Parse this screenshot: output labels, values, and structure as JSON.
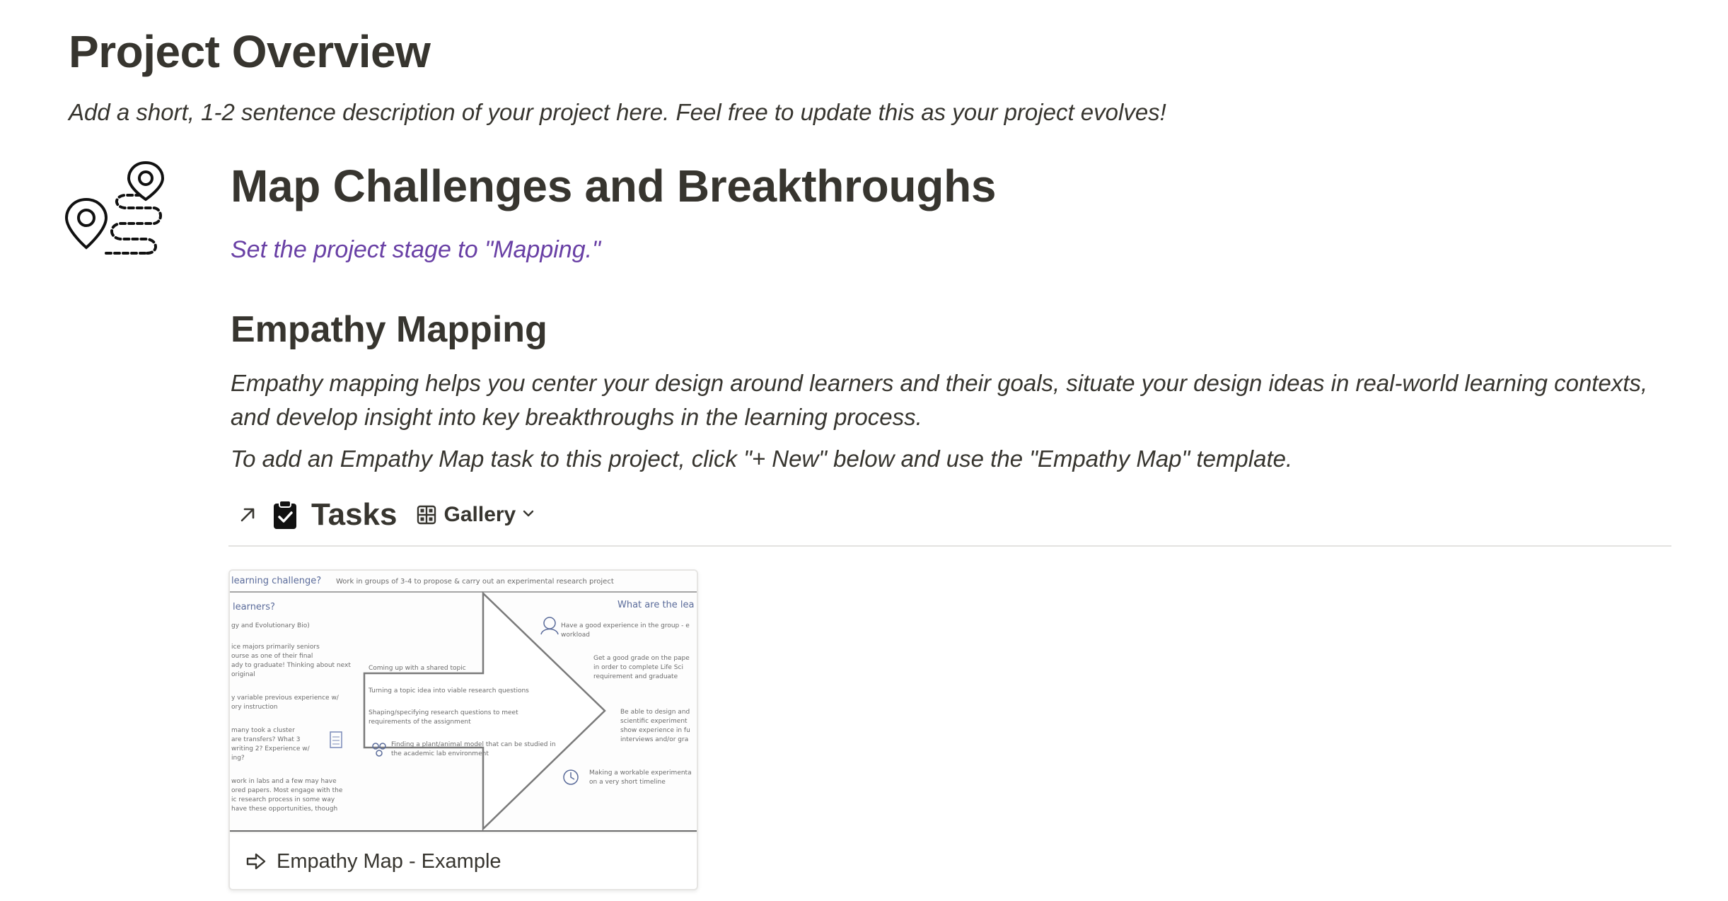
{
  "page": {
    "title": "Project Overview",
    "description": "Add a short, 1-2 sentence description of your project here. Feel free to update this as your project evolves!"
  },
  "section": {
    "icon": "map-route-pins-icon",
    "title": "Map Challenges and Breakthroughs",
    "stage_note": "Set the project stage to \"Mapping.\""
  },
  "empathy": {
    "title": "Empathy Mapping",
    "paragraph1": "Empathy mapping helps you center your design around learners and their goals, situate your design ideas in real-world learning contexts, and develop insight into key breakthroughs in the learning process.",
    "paragraph2": "To add an Empathy Map task to this project, click \"+ New\" below and use the \"Empathy Map\" template."
  },
  "database": {
    "link_icon": "arrow-up-right-icon",
    "db_icon": "clipboard-check-icon",
    "title": "Tasks",
    "view_icon": "gallery-grid-icon",
    "view_label": "Gallery",
    "view_chevron": "chevron-down-icon",
    "cards": [
      {
        "name": "Empathy Map - Example",
        "icon": "page-arrow-icon",
        "thumbnail": {
          "top_header_left": "learning challenge?",
          "top_header_right": "Work in groups of 3-4 to propose & carry out an experimental research project",
          "left_heading": "learners?",
          "right_heading": "What are the lea",
          "left_notes": [
            "gy and Evolutionary Bio)",
            "ice majors primarily seniors",
            "ourse as one of their final",
            "ady to graduate! Thinking about next",
            "original",
            "y variable previous experience w/",
            "ory instruction",
            "many took a cluster",
            "are transfers? What 3",
            "writing 2? Experience w/",
            "ing?",
            "work in labs and a few may have",
            "ored papers. Most engage with the",
            "ic research process in some way",
            "have these opportunities, though"
          ],
          "arrow_notes": [
            "Coming up with a shared topic",
            "Turning a topic idea into viable research questions",
            "Shaping/specifying research questions to meet",
            "requirements of the assignment",
            "Finding a plant/animal model that can be studied in",
            "the academic lab environment"
          ],
          "right_notes": [
            "Have a good experience in the group - e",
            "workload",
            "Get a good grade on the pape",
            "in order to complete Life Sci",
            "requirement and graduate",
            "Be able to design and",
            "scientific experiment",
            "show experience in fu",
            "interviews and/or gra",
            "Making a workable experimenta",
            "on a very short timeline"
          ]
        }
      }
    ]
  }
}
